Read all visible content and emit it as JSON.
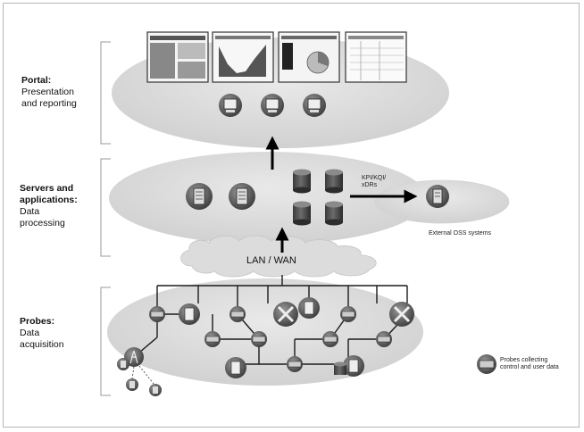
{
  "layers": {
    "portal": {
      "title": "Portal:",
      "line1": "Presentation",
      "line2": "and reporting"
    },
    "servers": {
      "title1": "Servers and",
      "title2": "applications:",
      "line1": "Data",
      "line2": "processing"
    },
    "probes": {
      "title": "Probes:",
      "line1": "Data",
      "line2": "acquisition"
    }
  },
  "network": {
    "label": "LAN / WAN"
  },
  "links": {
    "kpi_line1": "KPI/KQI/",
    "kpi_line2": "xDRs"
  },
  "external": {
    "label": "External OSS systems"
  },
  "legend": {
    "line1": "Probes collecting",
    "line2": "control and user data"
  }
}
